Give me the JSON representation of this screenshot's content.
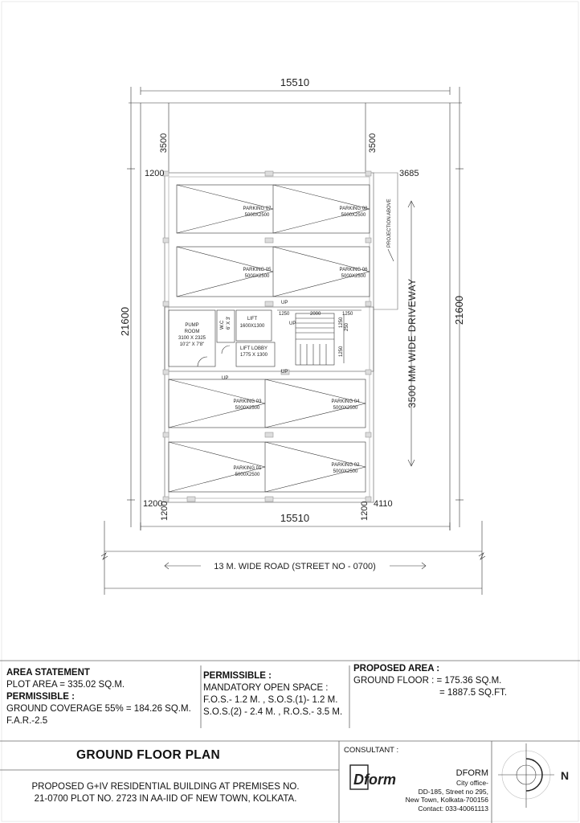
{
  "plan": {
    "dim_top_width": "15510",
    "dim_bottom_width": "15510",
    "dim_top_left_setback": "3500",
    "dim_top_right_setback": "3500",
    "dim_left_upper": "1200",
    "dim_right_upper": "3685",
    "dim_left_lower": "1200",
    "dim_right_lower": "4110",
    "dim_bottom_left": "1200",
    "dim_bottom_right": "1200",
    "dim_height_left": "21600",
    "dim_height_right": "21600",
    "dim_stair_top_a": "1250",
    "dim_stair_top_b": "2000",
    "dim_stair_top_c": "1250",
    "dim_stair_side_a": "1250",
    "dim_stair_side_b": "250",
    "dim_stair_side_c": "1250",
    "projection_label": "PROJECTION ABOVE",
    "driveway_label": "3500 MM WIDE DRIVEWAY",
    "road_label": "13 M. WIDE ROAD (STREET NO - 0700)",
    "up_label": "UP",
    "parking": [
      {
        "name": "PARKING 07",
        "size": "5000X2500"
      },
      {
        "name": "PARKING 08",
        "size": "5000X2500"
      },
      {
        "name": "PARKING 05",
        "size": "5000X2500"
      },
      {
        "name": "PARKING 06",
        "size": "5000X2500"
      },
      {
        "name": "PARKING 03",
        "size": "5000X2500"
      },
      {
        "name": "PARKING 04",
        "size": "5000X2500"
      },
      {
        "name": "PARKING 01",
        "size": "5000X2500"
      },
      {
        "name": "PARKING 02",
        "size": "5000X2500"
      }
    ],
    "pump_room": {
      "name1": "PUMP",
      "name2": "ROOM",
      "size1": "3100 X 2325",
      "size2": "10'2\" X 7'8\""
    },
    "wc": {
      "name": "W.C",
      "size": "6' X 3'"
    },
    "lift": {
      "name": "LIFT",
      "size": "1600X1300"
    },
    "lift_lobby": {
      "name": "LIFT LOBBY",
      "size": "1775 X 1300"
    }
  },
  "area_statement": {
    "heading": "AREA STATEMENT",
    "plot_area": "PLOT AREA = 335.02  SQ.M.",
    "permissible_heading": "PERMISSIBLE :",
    "ground_coverage": "GROUND COVERAGE 55% = 184.26 SQ.M.",
    "far": "F.A.R.-2.5"
  },
  "permissible_2": {
    "heading": "PERMISSIBLE :",
    "line1": "MANDATORY OPEN SPACE :",
    "line2": "F.O.S.- 1.2 M. , S.O.S.(1)- 1.2 M.",
    "line3": "S.O.S.(2) - 2.4 M. , R.O.S.- 3.5 M."
  },
  "proposed_area": {
    "heading": "PROPOSED AREA :",
    "line1": "GROUND FLOOR : = 175.36 SQ.M.",
    "line2": "= 1887.5 SQ.FT."
  },
  "title_block": {
    "drawing_title": "GROUND FLOOR PLAN",
    "description_line1": "PROPOSED G+IV RESIDENTIAL BUILDING AT PREMISES NO.",
    "description_line2": "21-0700 PLOT NO. 2723 IN AA-IID OF NEW TOWN, KOLKATA.",
    "consultant_label": "CONSULTANT :",
    "firm_name": "DFORM",
    "logo_text": "Dform",
    "address1": "City office-",
    "address2": "DD-185, Street no 295,",
    "address3": "New Town, Kolkata-700156",
    "contact": "Contact: 033-40061113",
    "north_label": "N"
  }
}
